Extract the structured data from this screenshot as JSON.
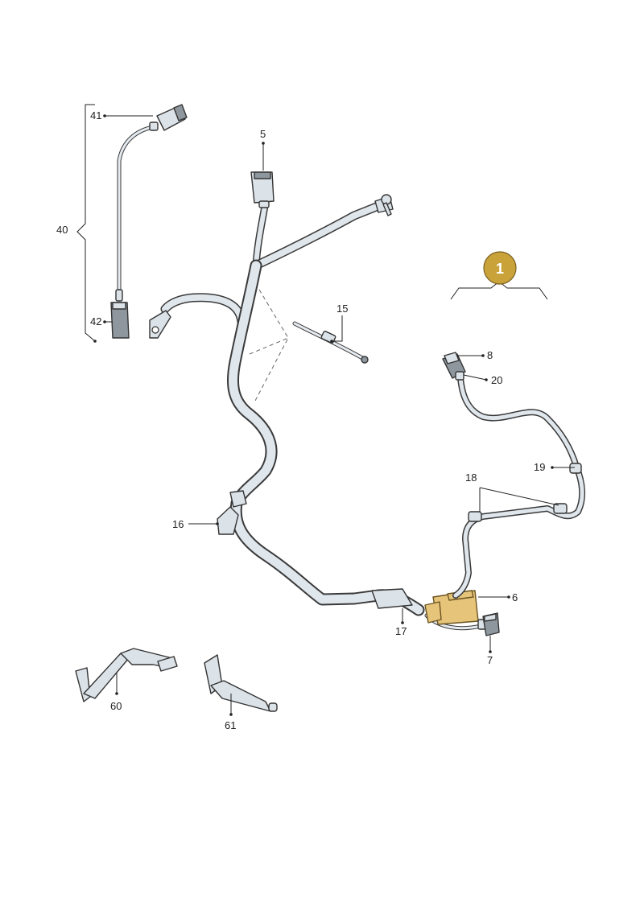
{
  "badge": {
    "label": "1",
    "color": "#c9a33a"
  },
  "callouts": {
    "c40": "40",
    "c41": "41",
    "c42": "42",
    "c5": "5",
    "c15": "15",
    "c8": "8",
    "c20": "20",
    "c19": "19",
    "c18": "18",
    "c16": "16",
    "c6": "6",
    "c17": "17",
    "c7": "7",
    "c60": "60",
    "c61": "61"
  },
  "colors": {
    "cable_fill": "#dfe6ec",
    "outline": "#3a3a3a",
    "highlight_part": "#e6c47a"
  }
}
